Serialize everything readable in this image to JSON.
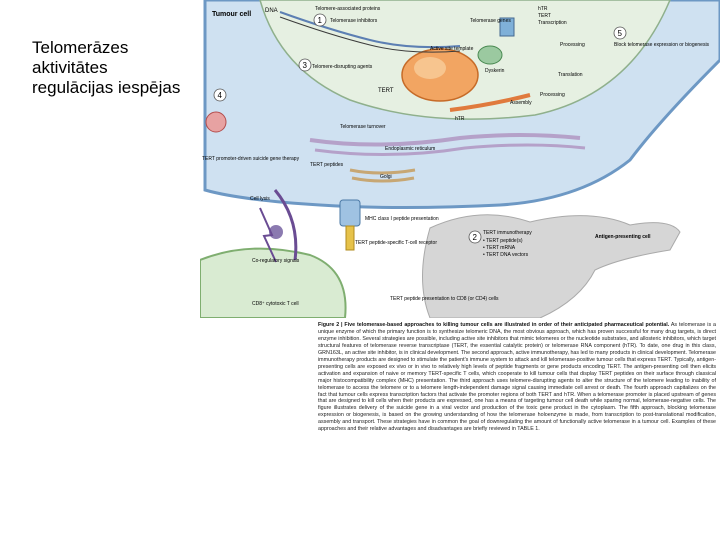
{
  "slide": {
    "title_lines": [
      "Telomerāzes",
      "aktivitātes",
      "regulācijas iespējas"
    ]
  },
  "figure": {
    "labels": {
      "tumour_cell": "Tumour cell",
      "dna": "DNA",
      "telomere_assoc": "Telomere-associated proteins",
      "telomerase_inhibitors": "Telomerase inhibitors",
      "telomere_genes": "Telomerase genes",
      "htr_gene": "hTR",
      "tert_gene": "TERT",
      "transcription": "Transcription",
      "active_site": "Active site template",
      "dyskerin": "Dyskerin",
      "processing_top": "Processing",
      "block_label": "Block telomerase expression or biogenesis",
      "translation": "Translation",
      "telomere_disrupting": "Telomere-disrupting agents",
      "tert": "TERT",
      "htr": "hTR",
      "assembly": "Assembly",
      "processing": "Processing",
      "telomerase_turnover": "Telomerase turnover",
      "er": "Endoplasmic reticulum",
      "tert_promoter": "TERT promoter-driven suicide gene therapy",
      "tert_peptides": "TERT peptides",
      "golgi": "Golgi",
      "cell_lysis": "Cell lysis",
      "mhc": "MHC class I peptide presentation",
      "tert_immuno": "TERT immunotherapy",
      "immuno_items": [
        "• TERT peptide(s)",
        "• TERT mRNA",
        "• TERT DNA vectors"
      ],
      "apc": "Antigen-presenting cell",
      "tcell_receptor": "TERT peptide-specific T-cell receptor",
      "coregulatory": "Co-regulatory signals",
      "cd8": "CD8⁺ cytotoxic T cell",
      "tert_presentation": "TERT peptide presentation to CD8 (or CD4) cells",
      "num1": "1",
      "num2": "2",
      "num3": "3",
      "num4": "4",
      "num5": "5"
    }
  },
  "caption": {
    "heading": "Figure 2 | Five telomerase-based approaches to killing tumour cells are illustrated in order of their anticipated pharmaceutical potential.",
    "body": "As telomerase is a unique enzyme of which the primary function is to synthesize telomeric DNA, the most obvious approach, which has proven successful for many drug targets, is direct enzyme inhibition. Several strategies are possible, including active site inhibitors that mimic telomeres or the nucleotide substrates, and allosteric inhibitors, which target structural features of telomerase reverse transcriptase (TERT, the essential catalytic protein) or telomerase RNA component (hTR). To date, one drug in this class, GRN163L, an active site inhibitor, is in clinical development. The second approach, active immunotherapy, has led to many products in clinical development. Telomerase immunotherapy products are designed to stimulate the patient's immune system to attack and kill telomerase-positive tumour cells that express TERT. Typically, antigen-presenting cells are exposed ex vivo or in vivo to relatively high levels of peptide fragments or gene products encoding TERT. The antigen-presenting cell then elicits activation and expansion of naive or memory TERT-specific T cells, which cooperate to kill tumour cells that display TERT peptides on their surface through classical major histocompatibility complex (MHC) presentation. The third approach uses telomere-disrupting agents to alter the structure of the telomere leading to inability of telomerase to access the telomere or to a telomere length-independent damage signal causing immediate cell arrest or death. The fourth approach capitalizes on the fact that tumour cells express transcription factors that activate the promoter regions of both TERT and hTR. When a telomerase promoter is placed upstream of genes that are designed to kill cells when their products are expressed, one has a means of targeting tumour cell death while sparing normal, telomerase-negative cells. The figure illustrates delivery of the suicide gene in a viral vector and production of the toxic gene product in the cytoplasm. The fifth approach, blocking telomerase expression or biogenesis, is based on the growing understanding of how the telomerase holoenzyme is made, from transcription to post-translational modification, assembly and transport. These strategies have in common the goal of downregulating the amount of functionally active telomerase in a tumour cell. Examples of these approaches and their relative advantages and disadvantages are briefly reviewed in TABLE 1."
  }
}
